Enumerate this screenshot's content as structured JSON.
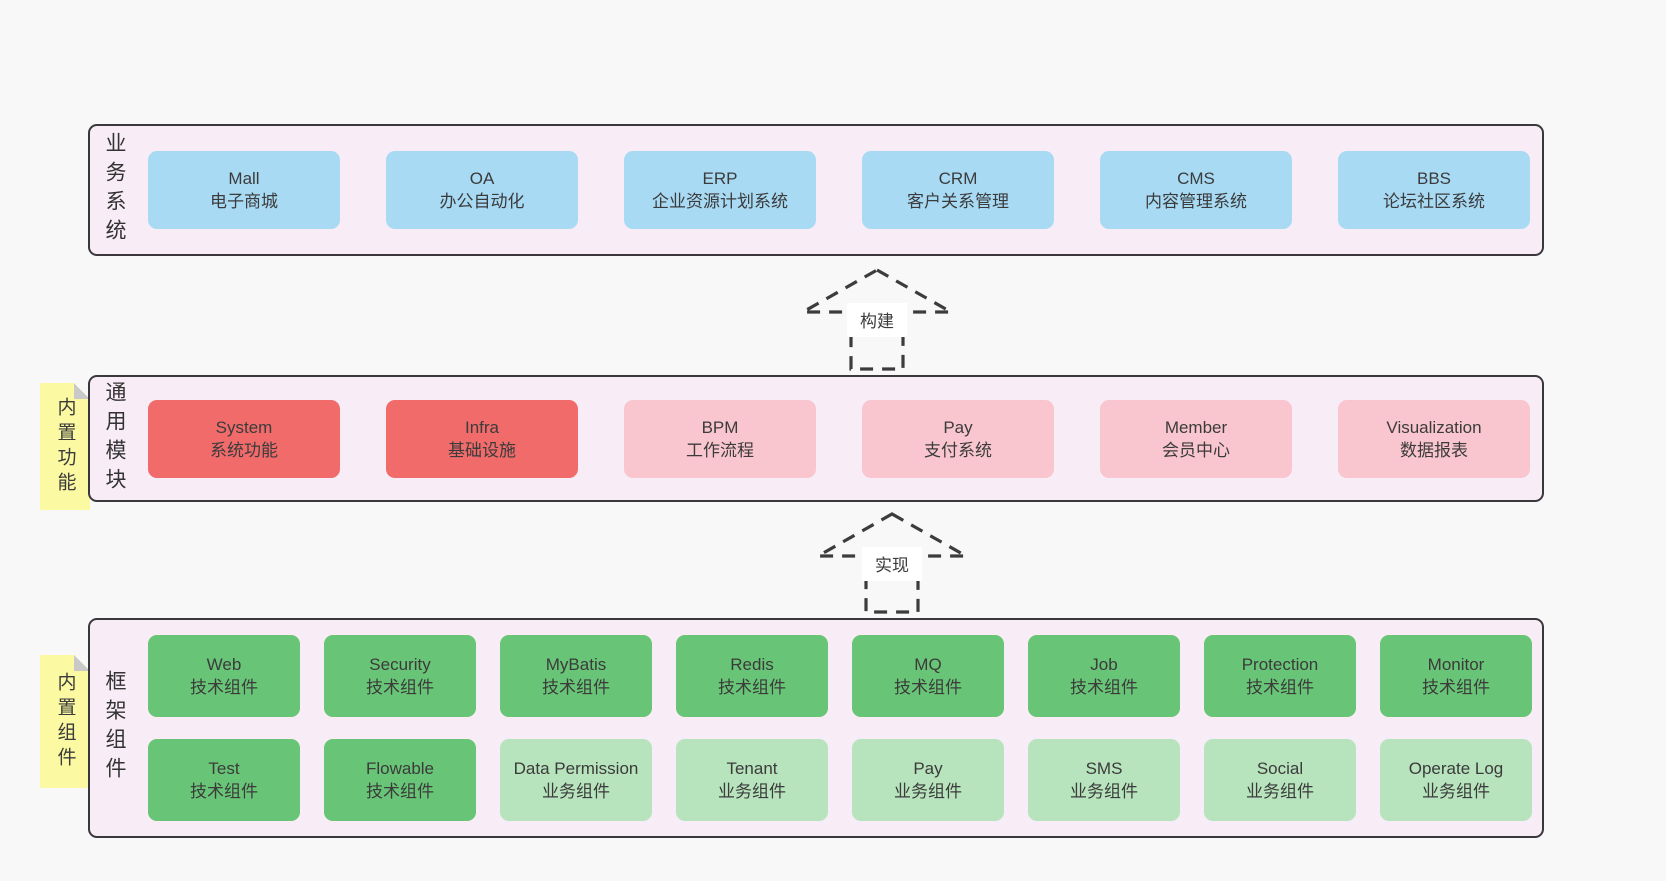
{
  "colors": {
    "page_bg": "#f8f8f8",
    "panel_bg": "#f8edf6",
    "panel_border": "#3b383b",
    "blue_box": "#a8daf4",
    "red_box": "#f16b6b",
    "pink_box": "#f9c6cf",
    "green_box": "#68c476",
    "light_green_box": "#b7e3bd",
    "sticky_note": "#fbf9a1",
    "note_fold": "#c9c9c9",
    "text": "#3b3b3b"
  },
  "arrows": [
    {
      "label": "构建"
    },
    {
      "label": "实现"
    }
  ],
  "sections": [
    {
      "label": "业务系统",
      "boxes": [
        {
          "name": "Mall",
          "sub": "电子商城"
        },
        {
          "name": "OA",
          "sub": "办公自动化"
        },
        {
          "name": "ERP",
          "sub": "企业资源计划系统"
        },
        {
          "name": "CRM",
          "sub": "客户关系管理"
        },
        {
          "name": "CMS",
          "sub": "内容管理系统"
        },
        {
          "name": "BBS",
          "sub": "论坛社区系统"
        }
      ]
    },
    {
      "label": "通用模块",
      "note": "内置功能",
      "boxes": [
        {
          "name": "System",
          "sub": "系统功能"
        },
        {
          "name": "Infra",
          "sub": "基础设施"
        },
        {
          "name": "BPM",
          "sub": "工作流程"
        },
        {
          "name": "Pay",
          "sub": "支付系统"
        },
        {
          "name": "Member",
          "sub": "会员中心"
        },
        {
          "name": "Visualization",
          "sub": "数据报表"
        }
      ]
    },
    {
      "label": "框架组件",
      "note": "内置组件",
      "row1": [
        {
          "name": "Web",
          "sub": "技术组件"
        },
        {
          "name": "Security",
          "sub": "技术组件"
        },
        {
          "name": "MyBatis",
          "sub": "技术组件"
        },
        {
          "name": "Redis",
          "sub": "技术组件"
        },
        {
          "name": "MQ",
          "sub": "技术组件"
        },
        {
          "name": "Job",
          "sub": "技术组件"
        },
        {
          "name": "Protection",
          "sub": "技术组件"
        },
        {
          "name": "Monitor",
          "sub": "技术组件"
        }
      ],
      "row2": [
        {
          "name": "Test",
          "sub": "技术组件"
        },
        {
          "name": "Flowable",
          "sub": "技术组件"
        },
        {
          "name": "Data Permission",
          "sub": "业务组件"
        },
        {
          "name": "Tenant",
          "sub": "业务组件"
        },
        {
          "name": "Pay",
          "sub": "业务组件"
        },
        {
          "name": "SMS",
          "sub": "业务组件"
        },
        {
          "name": "Social",
          "sub": "业务组件"
        },
        {
          "name": "Operate Log",
          "sub": "业务组件"
        }
      ]
    }
  ]
}
